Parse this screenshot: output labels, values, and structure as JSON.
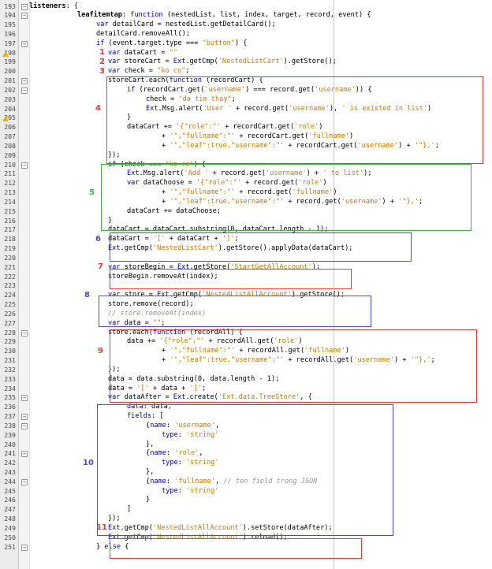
{
  "colors": {
    "keyword": "#0000cc",
    "string": "#ce7b00",
    "comment": "#969696",
    "red": "#e23b3b",
    "green": "#43b043",
    "blue": "#4a4adf",
    "margin_line": "#f0b9b9",
    "warning": "#e8b400"
  },
  "icons": {
    "fold": "minus-box-icon",
    "warning": "warning-triangle-icon"
  },
  "lines": [
    {
      "n": "193",
      "indent": 0,
      "warn": false,
      "fold": true,
      "t": [
        [
          "f",
          "listeners"
        ],
        [
          "m",
          ": {"
        ]
      ]
    },
    {
      "n": "194",
      "indent": 1,
      "warn": false,
      "fold": true,
      "t": [
        [
          "f",
          "leafitemtap"
        ],
        [
          "m",
          ": "
        ],
        [
          "k",
          "function"
        ],
        [
          "m",
          " (nestedList, list, index, target, record, event) {"
        ]
      ]
    },
    {
      "n": "195",
      "indent": 2,
      "warn": false,
      "fold": false,
      "t": [
        [
          "k",
          "var"
        ],
        [
          "m",
          " detailCard = nestedList.getDetailCard();"
        ]
      ]
    },
    {
      "n": "196",
      "indent": 2,
      "warn": false,
      "fold": false,
      "t": [
        [
          "m",
          "detailCard.removeAll();"
        ]
      ]
    },
    {
      "n": "197",
      "indent": 2,
      "warn": false,
      "fold": true,
      "t": [
        [
          "k",
          "if"
        ],
        [
          "m",
          " (event.target.type === "
        ],
        [
          "s",
          "\"button\""
        ],
        [
          "m",
          ") {"
        ]
      ]
    },
    {
      "n": "198",
      "indent": 3,
      "warn": true,
      "fold": false,
      "t": [
        [
          "k",
          "var"
        ],
        [
          "m",
          " dataCart = "
        ],
        [
          "s",
          "\"\""
        ]
      ]
    },
    {
      "n": "199",
      "indent": 3,
      "warn": false,
      "fold": false,
      "t": [
        [
          "k",
          "var"
        ],
        [
          "m",
          " storeCart = "
        ],
        [
          "k",
          "Ext"
        ],
        [
          "m",
          ".getCmp("
        ],
        [
          "s",
          "'NestedListCart'"
        ],
        [
          "m",
          ").getStore();"
        ]
      ]
    },
    {
      "n": "200",
      "indent": 3,
      "warn": false,
      "fold": false,
      "t": [
        [
          "k",
          "var"
        ],
        [
          "m",
          " check = "
        ],
        [
          "s",
          "\"ko co\""
        ],
        [
          "m",
          ";"
        ]
      ]
    },
    {
      "n": "201",
      "indent": 3,
      "warn": false,
      "fold": true,
      "t": [
        [
          "m",
          "storeCart.each("
        ],
        [
          "k",
          "function"
        ],
        [
          "m",
          " (recordCart) {"
        ]
      ]
    },
    {
      "n": "202",
      "indent": 4,
      "warn": false,
      "fold": true,
      "t": [
        [
          "k",
          "if"
        ],
        [
          "m",
          " (recordCart.get("
        ],
        [
          "s",
          "'username'"
        ],
        [
          "m",
          ") === record.get("
        ],
        [
          "s",
          "'username'"
        ],
        [
          "m",
          ")) {"
        ]
      ]
    },
    {
      "n": "203",
      "indent": 5,
      "warn": false,
      "fold": false,
      "t": [
        [
          "m",
          "check = "
        ],
        [
          "s",
          "\"da tim thay\""
        ],
        [
          "m",
          ";"
        ]
      ]
    },
    {
      "n": "204",
      "indent": 5,
      "warn": false,
      "fold": false,
      "t": [
        [
          "k",
          "Ext"
        ],
        [
          "m",
          ".Msg.alert("
        ],
        [
          "s",
          "'User '"
        ],
        [
          "m",
          " + record.get("
        ],
        [
          "s",
          "'username'"
        ],
        [
          "m",
          "), "
        ],
        [
          "s",
          "' is existed in list'"
        ],
        [
          "m",
          ")"
        ]
      ]
    },
    {
      "n": "205",
      "indent": 4,
      "warn": true,
      "fold": false,
      "t": [
        [
          "m",
          "}"
        ]
      ]
    },
    {
      "n": "206",
      "indent": 4,
      "warn": false,
      "fold": false,
      "t": [
        [
          "m",
          "dataCart += "
        ],
        [
          "s",
          "'{\"role\":\"'"
        ],
        [
          "m",
          " + recordCart.get("
        ],
        [
          "s",
          "'role'"
        ],
        [
          "m",
          ")"
        ]
      ]
    },
    {
      "n": "207",
      "indent": 6,
      "warn": false,
      "fold": false,
      "t": [
        [
          "m",
          "+ "
        ],
        [
          "s",
          "'\",\"fullname\":\"'"
        ],
        [
          "m",
          " + recordCart.get("
        ],
        [
          "s",
          "'fullname'"
        ],
        [
          "m",
          ")"
        ]
      ]
    },
    {
      "n": "208",
      "indent": 6,
      "warn": false,
      "fold": false,
      "t": [
        [
          "m",
          "+ "
        ],
        [
          "s",
          "'\",\"leaf\":true,\"username\":\"'"
        ],
        [
          "m",
          " + recordCart.get("
        ],
        [
          "s",
          "'username'"
        ],
        [
          "m",
          ") + "
        ],
        [
          "s",
          "'\"},'"
        ],
        [
          "m",
          ";"
        ]
      ]
    },
    {
      "n": "209",
      "indent": 3,
      "warn": false,
      "fold": false,
      "t": [
        [
          "m",
          "});"
        ]
      ]
    },
    {
      "n": "210",
      "indent": 3,
      "warn": false,
      "fold": true,
      "t": [
        [
          "k",
          "if"
        ],
        [
          "m",
          " (check === "
        ],
        [
          "s",
          "\"ko co\""
        ],
        [
          "m",
          ") {"
        ]
      ]
    },
    {
      "n": "211",
      "indent": 4,
      "warn": false,
      "fold": false,
      "t": [
        [
          "k",
          "Ext"
        ],
        [
          "m",
          ".Msg.alert("
        ],
        [
          "s",
          "'Add '"
        ],
        [
          "m",
          " + record.get("
        ],
        [
          "s",
          "'username'"
        ],
        [
          "m",
          ") + "
        ],
        [
          "s",
          "' to list'"
        ],
        [
          "m",
          ");"
        ]
      ]
    },
    {
      "n": "212",
      "indent": 4,
      "warn": false,
      "fold": false,
      "t": [
        [
          "k",
          "var"
        ],
        [
          "m",
          " dataChoose = "
        ],
        [
          "s",
          "'{\"role\":\"'"
        ],
        [
          "m",
          " + record.get("
        ],
        [
          "s",
          "'role'"
        ],
        [
          "m",
          ")"
        ]
      ]
    },
    {
      "n": "213",
      "indent": 6,
      "warn": false,
      "fold": false,
      "t": [
        [
          "m",
          "+ "
        ],
        [
          "s",
          "'\",\"fullname\":\"'"
        ],
        [
          "m",
          " + record.get("
        ],
        [
          "s",
          "'fullname'"
        ],
        [
          "m",
          ")"
        ]
      ]
    },
    {
      "n": "214",
      "indent": 6,
      "warn": false,
      "fold": false,
      "t": [
        [
          "m",
          "+ "
        ],
        [
          "s",
          "'\",\"leaf\":true,\"username\":\"'"
        ],
        [
          "m",
          " + record.get("
        ],
        [
          "s",
          "'username'"
        ],
        [
          "m",
          ") + "
        ],
        [
          "s",
          "'\"},'"
        ],
        [
          "m",
          ";"
        ]
      ]
    },
    {
      "n": "215",
      "indent": 4,
      "warn": false,
      "fold": false,
      "t": [
        [
          "m",
          "dataCart += dataChoose;"
        ]
      ]
    },
    {
      "n": "216",
      "indent": 3,
      "warn": false,
      "fold": false,
      "t": [
        [
          "m",
          "}"
        ]
      ]
    },
    {
      "n": "217",
      "indent": 3,
      "warn": false,
      "fold": false,
      "t": [
        [
          "m",
          "dataCart = dataCart.substring(0, dataCart.length - 1);"
        ]
      ]
    },
    {
      "n": "218",
      "indent": 3,
      "warn": false,
      "fold": false,
      "t": [
        [
          "m",
          "dataCart = "
        ],
        [
          "s",
          "'['"
        ],
        [
          "m",
          " + dataCart + "
        ],
        [
          "s",
          "']'"
        ],
        [
          "m",
          ";"
        ]
      ]
    },
    {
      "n": "219",
      "indent": 3,
      "warn": false,
      "fold": false,
      "t": [
        [
          "k",
          "Ext"
        ],
        [
          "m",
          ".getCmp("
        ],
        [
          "s",
          "'NestedListCart'"
        ],
        [
          "m",
          ").getStore().applyData(dataCart);"
        ]
      ]
    },
    {
      "n": "220",
      "indent": 3,
      "warn": false,
      "fold": false,
      "t": []
    },
    {
      "n": "221",
      "indent": 3,
      "warn": false,
      "fold": false,
      "t": [
        [
          "k",
          "var"
        ],
        [
          "m",
          " storeBegin = "
        ],
        [
          "k",
          "Ext"
        ],
        [
          "m",
          ".getStore("
        ],
        [
          "s",
          "'StartGetAllAccount'"
        ],
        [
          "m",
          ");"
        ]
      ]
    },
    {
      "n": "222",
      "indent": 3,
      "warn": false,
      "fold": false,
      "t": [
        [
          "m",
          "storeBegin.removeAt(index);"
        ]
      ]
    },
    {
      "n": "223",
      "indent": 3,
      "warn": false,
      "fold": false,
      "t": []
    },
    {
      "n": "224",
      "indent": 3,
      "warn": false,
      "fold": false,
      "t": [
        [
          "k",
          "var"
        ],
        [
          "m",
          " store = "
        ],
        [
          "k",
          "Ext"
        ],
        [
          "m",
          ".getCmp("
        ],
        [
          "s",
          "'NestedListAllAccount'"
        ],
        [
          "m",
          ").getStore();"
        ]
      ]
    },
    {
      "n": "225",
      "indent": 3,
      "warn": false,
      "fold": false,
      "t": [
        [
          "m",
          "store.remove(record);"
        ]
      ]
    },
    {
      "n": "226",
      "indent": 3,
      "warn": false,
      "fold": false,
      "t": [
        [
          "c",
          "// store.removeAt(index)"
        ]
      ]
    },
    {
      "n": "227",
      "indent": 3,
      "warn": false,
      "fold": false,
      "t": [
        [
          "k",
          "var"
        ],
        [
          "m",
          " data = "
        ],
        [
          "s",
          "\"\""
        ],
        [
          "m",
          ";"
        ]
      ]
    },
    {
      "n": "228",
      "indent": 3,
      "warn": false,
      "fold": true,
      "t": [
        [
          "m",
          "store.each("
        ],
        [
          "k",
          "function"
        ],
        [
          "m",
          " (recordAll) {"
        ]
      ]
    },
    {
      "n": "229",
      "indent": 4,
      "warn": false,
      "fold": false,
      "t": [
        [
          "m",
          "data += "
        ],
        [
          "s",
          "'{\"role\":\"'"
        ],
        [
          "m",
          " + recordAll.get("
        ],
        [
          "s",
          "'role'"
        ],
        [
          "m",
          ")"
        ]
      ]
    },
    {
      "n": "230",
      "indent": 6,
      "warn": false,
      "fold": false,
      "t": [
        [
          "m",
          "+ "
        ],
        [
          "s",
          "'\",\"fullname\":\"'"
        ],
        [
          "m",
          " + recordAll.get("
        ],
        [
          "s",
          "'fullname'"
        ],
        [
          "m",
          ")"
        ]
      ]
    },
    {
      "n": "231",
      "indent": 6,
      "warn": false,
      "fold": false,
      "t": [
        [
          "m",
          "+ "
        ],
        [
          "s",
          "'\",\"leaf\":true,\"username\":\"'"
        ],
        [
          "m",
          " + recordAll.get("
        ],
        [
          "s",
          "'username'"
        ],
        [
          "m",
          ") + "
        ],
        [
          "s",
          "'\"},'"
        ],
        [
          "m",
          ";"
        ]
      ]
    },
    {
      "n": "232",
      "indent": 3,
      "warn": false,
      "fold": false,
      "t": [
        [
          "m",
          "});"
        ]
      ]
    },
    {
      "n": "233",
      "indent": 3,
      "warn": false,
      "fold": false,
      "t": [
        [
          "m",
          "data = data.substring(0, data.length - 1);"
        ]
      ]
    },
    {
      "n": "234",
      "indent": 3,
      "warn": false,
      "fold": false,
      "t": [
        [
          "m",
          "data = "
        ],
        [
          "s",
          "'['"
        ],
        [
          "m",
          " + data + "
        ],
        [
          "s",
          "']'"
        ],
        [
          "m",
          ";"
        ]
      ]
    },
    {
      "n": "235",
      "indent": 3,
      "warn": false,
      "fold": true,
      "t": [
        [
          "k",
          "var"
        ],
        [
          "m",
          " dataAfter = "
        ],
        [
          "k",
          "Ext"
        ],
        [
          "m",
          ".create("
        ],
        [
          "s",
          "'Ext.data.TreeStore'"
        ],
        [
          "m",
          ", {"
        ]
      ]
    },
    {
      "n": "236",
      "indent": 4,
      "warn": false,
      "fold": false,
      "t": [
        [
          "k",
          "data"
        ],
        [
          "m",
          ": data,"
        ]
      ]
    },
    {
      "n": "237",
      "indent": 4,
      "warn": false,
      "fold": true,
      "t": [
        [
          "k",
          "fields"
        ],
        [
          "m",
          ": ["
        ]
      ]
    },
    {
      "n": "238",
      "indent": 5,
      "warn": false,
      "fold": true,
      "t": [
        [
          "m",
          "{"
        ],
        [
          "k",
          "name"
        ],
        [
          "m",
          ": "
        ],
        [
          "s",
          "'username'"
        ],
        [
          "m",
          ","
        ]
      ]
    },
    {
      "n": "239",
      "indent": 6,
      "warn": false,
      "fold": false,
      "t": [
        [
          "k",
          "type"
        ],
        [
          "m",
          ": "
        ],
        [
          "s",
          "'string'"
        ]
      ]
    },
    {
      "n": "240",
      "indent": 5,
      "warn": false,
      "fold": false,
      "t": [
        [
          "m",
          "},"
        ]
      ]
    },
    {
      "n": "241",
      "indent": 5,
      "warn": false,
      "fold": true,
      "t": [
        [
          "m",
          "{"
        ],
        [
          "k",
          "name"
        ],
        [
          "m",
          ": "
        ],
        [
          "s",
          "'role'"
        ],
        [
          "m",
          ","
        ]
      ]
    },
    {
      "n": "242",
      "indent": 6,
      "warn": false,
      "fold": false,
      "t": [
        [
          "k",
          "type"
        ],
        [
          "m",
          ": "
        ],
        [
          "s",
          "'string'"
        ]
      ]
    },
    {
      "n": "243",
      "indent": 5,
      "warn": false,
      "fold": false,
      "t": [
        [
          "m",
          "},"
        ]
      ]
    },
    {
      "n": "244",
      "indent": 5,
      "warn": false,
      "fold": true,
      "t": [
        [
          "m",
          "{"
        ],
        [
          "k",
          "name"
        ],
        [
          "m",
          ": "
        ],
        [
          "s",
          "'fullname'"
        ],
        [
          "m",
          ", "
        ],
        [
          "c",
          "// ten field trong JSON"
        ]
      ]
    },
    {
      "n": "245",
      "indent": 6,
      "warn": false,
      "fold": false,
      "t": [
        [
          "k",
          "type"
        ],
        [
          "m",
          ": "
        ],
        [
          "s",
          "'string'"
        ]
      ]
    },
    {
      "n": "246",
      "indent": 5,
      "warn": false,
      "fold": false,
      "t": [
        [
          "m",
          "}"
        ]
      ]
    },
    {
      "n": "247",
      "indent": 4,
      "warn": false,
      "fold": false,
      "t": [
        [
          "m",
          "]"
        ]
      ]
    },
    {
      "n": "248",
      "indent": 3,
      "warn": false,
      "fold": false,
      "t": [
        [
          "m",
          "});"
        ]
      ]
    },
    {
      "n": "249",
      "indent": 3,
      "warn": false,
      "fold": false,
      "t": [
        [
          "k",
          "Ext"
        ],
        [
          "m",
          ".getCmp("
        ],
        [
          "s",
          "'NestedListAllAccount'"
        ],
        [
          "m",
          ").setStore(dataAfter);"
        ]
      ]
    },
    {
      "n": "250",
      "indent": 3,
      "warn": false,
      "fold": false,
      "t": [
        [
          "k",
          "Ext"
        ],
        [
          "m",
          ".getCmp("
        ],
        [
          "s",
          "'NestedListAllAccount'"
        ],
        [
          "m",
          ").reload();"
        ]
      ]
    },
    {
      "n": "251",
      "indent": 2,
      "warn": false,
      "fold": true,
      "t": [
        [
          "m",
          "} "
        ],
        [
          "k",
          "else"
        ],
        [
          "m",
          " {"
        ]
      ]
    }
  ],
  "annotations": [
    {
      "label": "1",
      "color": "red",
      "line": "198"
    },
    {
      "label": "2",
      "color": "red",
      "line": "199"
    },
    {
      "label": "3",
      "color": "red",
      "line": "200"
    },
    {
      "label": "4",
      "color": "red",
      "line": "204"
    },
    {
      "label": "5",
      "color": "green",
      "line": "213"
    },
    {
      "label": "6",
      "color": "blue",
      "line": "218"
    },
    {
      "label": "7",
      "color": "red",
      "line": "221"
    },
    {
      "label": "8",
      "color": "blue",
      "line": "224"
    },
    {
      "label": "9",
      "color": "red",
      "line": "230"
    },
    {
      "label": "10",
      "color": "blue",
      "line": "242"
    },
    {
      "label": "11",
      "color": "red",
      "line": "249"
    }
  ]
}
